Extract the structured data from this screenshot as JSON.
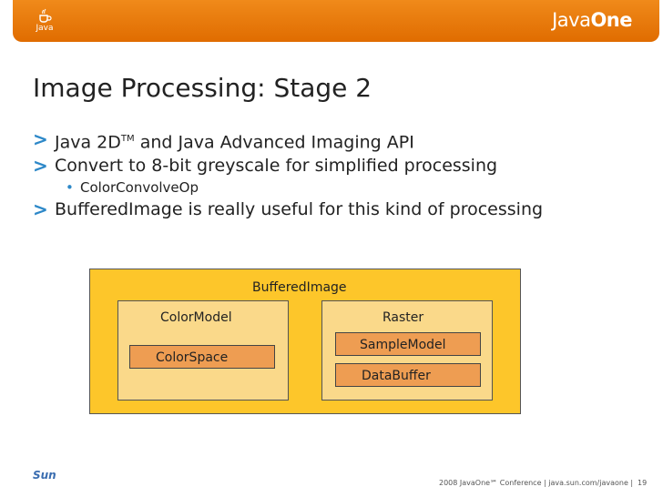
{
  "header": {
    "logo_text": "Java",
    "brand_a": "Java",
    "brand_b": "One"
  },
  "slide": {
    "title": "Image Processing: Stage 2",
    "bullets": [
      {
        "text_a": "Java 2D",
        "tm": "TM",
        "text_b": " and Java Advanced Imaging API"
      },
      {
        "text": "Convert to 8-bit greyscale for simplified processing"
      },
      {
        "sub": "ColorConvolveOp"
      },
      {
        "text": "BufferedImage is really useful for this kind of processing"
      }
    ]
  },
  "diagram": {
    "outer_label": "BufferedImage",
    "left_label": "ColorModel",
    "left_chip": "ColorSpace",
    "right_label": "Raster",
    "right_chip1": "SampleModel",
    "right_chip2": "DataBuffer"
  },
  "footer": {
    "logo": "Sun",
    "text": "2008 JavaOne℠ Conference | java.sun.com/javaone |",
    "page": "19"
  }
}
